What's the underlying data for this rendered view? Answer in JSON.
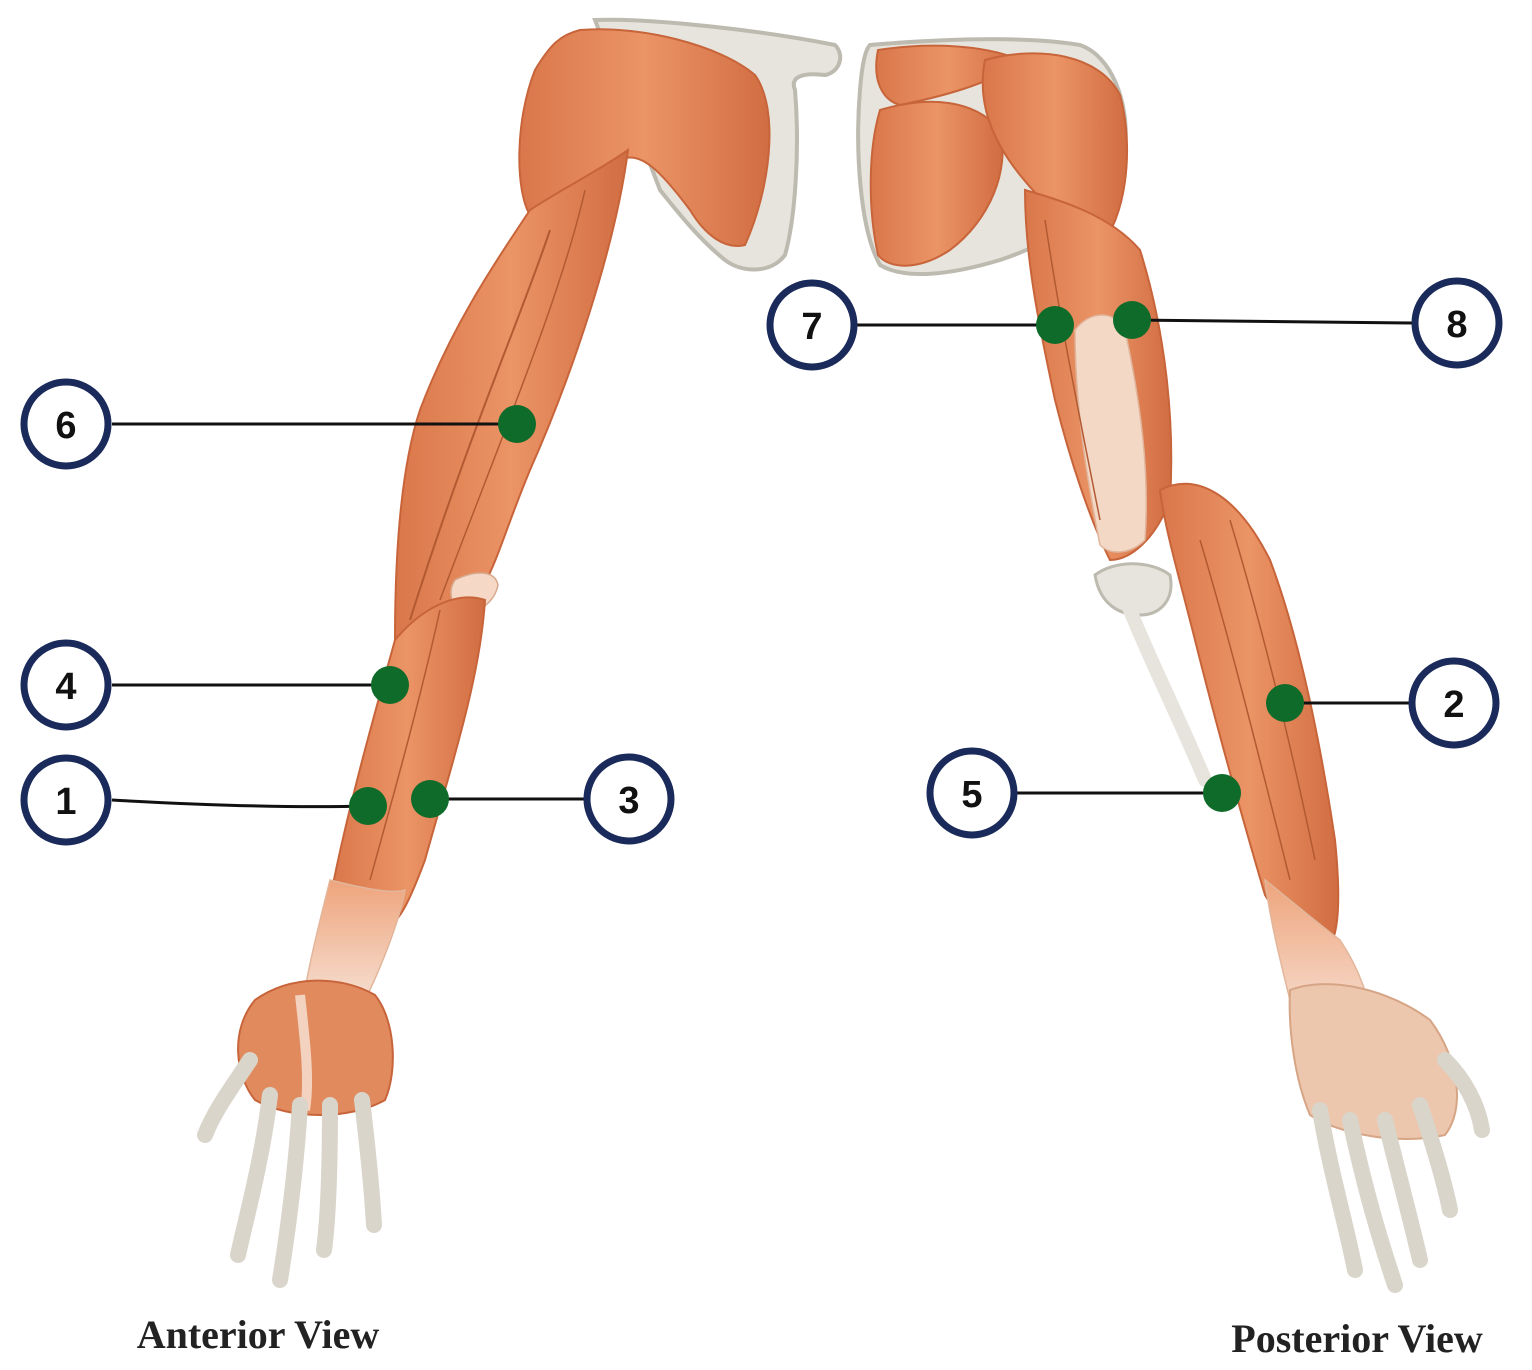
{
  "views": {
    "anterior": {
      "label": "Anterior View"
    },
    "posterior": {
      "label": "Posterior View"
    }
  },
  "markers": [
    {
      "number": "1",
      "view": "anterior"
    },
    {
      "number": "3",
      "view": "anterior"
    },
    {
      "number": "4",
      "view": "anterior"
    },
    {
      "number": "6",
      "view": "anterior"
    },
    {
      "number": "2",
      "view": "posterior"
    },
    {
      "number": "5",
      "view": "posterior"
    },
    {
      "number": "7",
      "view": "posterior"
    },
    {
      "number": "8",
      "view": "posterior"
    }
  ],
  "colors": {
    "muscle": "#e48a5c",
    "muscle_dark": "#c8643a",
    "tendon": "#f3d2bf",
    "bone": "#e6e4dc",
    "bone_edge": "#bdbab0",
    "marker_ring": "#1a2a5a",
    "marker_dot": "#0f6b2a",
    "leader": "#111111"
  }
}
